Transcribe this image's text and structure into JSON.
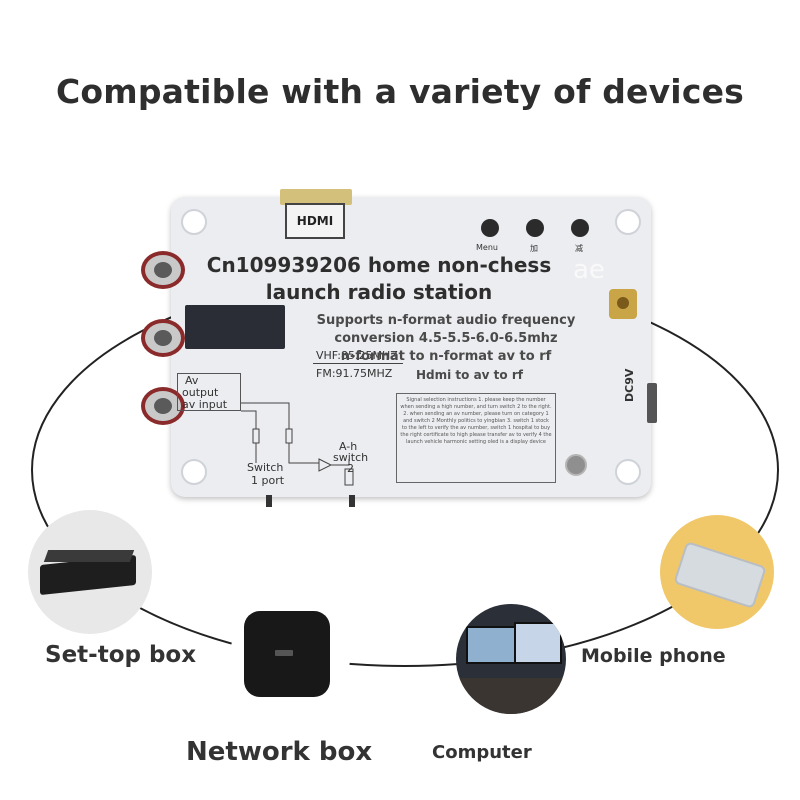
{
  "headline": "Compatible with a variety of devices",
  "overlay_title": {
    "line1": "Cn109939206 home non-chess",
    "line2": "launch radio station"
  },
  "watermark": "ae",
  "spec": {
    "line1": "Supports n-format audio frequency",
    "line2": "conversion 4.5-5.5-6.0-6.5mhz",
    "line3": "n-format to n-format av to rf",
    "line4": "Hdmi to av to rf"
  },
  "board": {
    "hdmi_label": "HDMI",
    "menu_label": "Menu",
    "plus_label": "加",
    "minus_label": "减",
    "vhf_text": "VHF:85.25MHZ",
    "fm_text": "FM:91.75MHZ",
    "av_label_1": "Av",
    "av_label_2": "output",
    "av_label_3": "av input",
    "switch1_label_1": "Switch",
    "switch1_label_2": "1 port",
    "switch2_label_1": "A-h",
    "switch2_label_2": "switch",
    "switch2_label_3": "2",
    "dc_label": "DC9V",
    "info_text": "Signal selection instructions 1. please keep the number when sending a high number, and turn switch 2 to the right. 2. when sending an av number, please turn on category 1 and switch 2 Monthly politics to yingbian 3. switch 1 stock to the left to verify the av number, switch 1 hospital to buy the right certificate to high please transfer av to verify 4 the launch vehicle harmonic setting oled is a display device"
  },
  "devices": {
    "set_top_box": "Set-top box",
    "network_box": "Network box",
    "computer": "Computer",
    "mobile_phone": "Mobile phone"
  }
}
